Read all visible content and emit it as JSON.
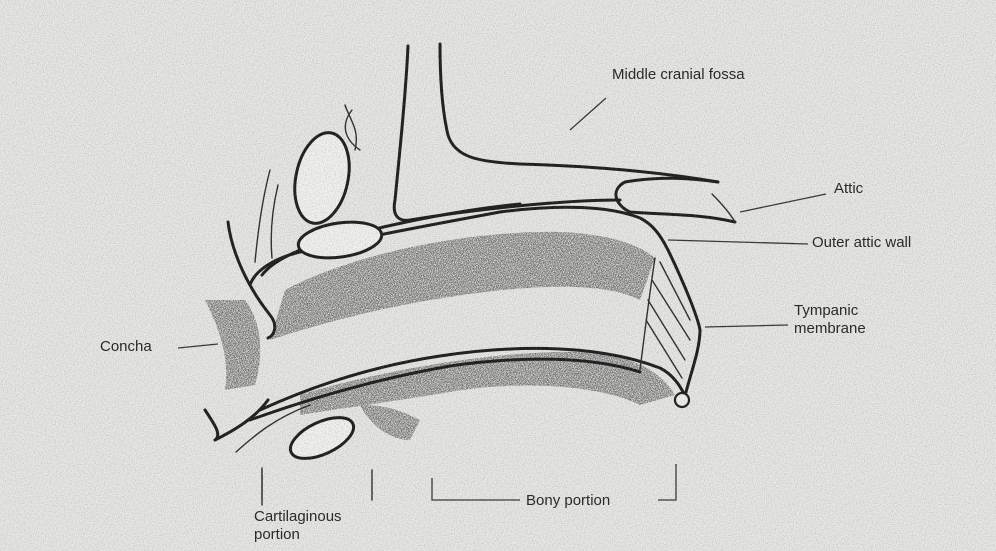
{
  "labels": {
    "middle_cranial_fossa": "Middle cranial fossa",
    "attic": "Attic",
    "outer_attic_wall": "Outer attic wall",
    "tympanic_line1": "Tympanic",
    "tympanic_line2": "membrane",
    "concha": "Concha",
    "cartilaginous_line1": "Cartilaginous",
    "cartilaginous_line2": "portion",
    "bony_portion": "Bony portion"
  },
  "colors": {
    "paper": "#e9e9e6",
    "ink": "#1a1a1a",
    "stipple": "#3a3a3a"
  }
}
